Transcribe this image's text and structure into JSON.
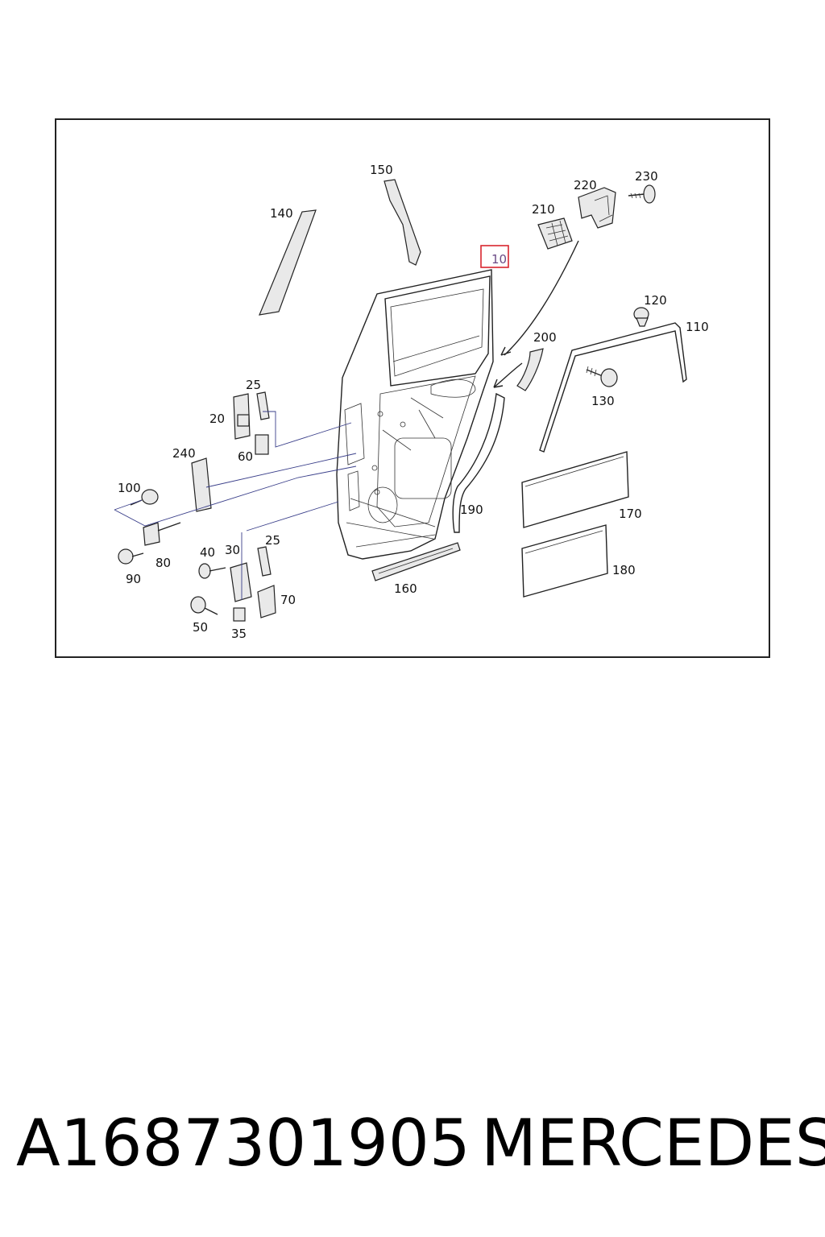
{
  "labels": {
    "l10": "10",
    "l20": "20",
    "l25a": "25",
    "l25b": "25",
    "l30": "30",
    "l35": "35",
    "l40": "40",
    "l50": "50",
    "l60": "60",
    "l70": "70",
    "l80": "80",
    "l90": "90",
    "l100": "100",
    "l110": "110",
    "l120": "120",
    "l130": "130",
    "l140": "140",
    "l150": "150",
    "l160": "160",
    "l170": "170",
    "l180": "180",
    "l190": "190",
    "l200": "200",
    "l210": "210",
    "l220": "220",
    "l230": "230",
    "l240": "240"
  },
  "highlight": {
    "label": "10",
    "color": "#d9262e"
  },
  "caption": {
    "part_number": "A1687301905",
    "brand": "MERCEDES"
  }
}
